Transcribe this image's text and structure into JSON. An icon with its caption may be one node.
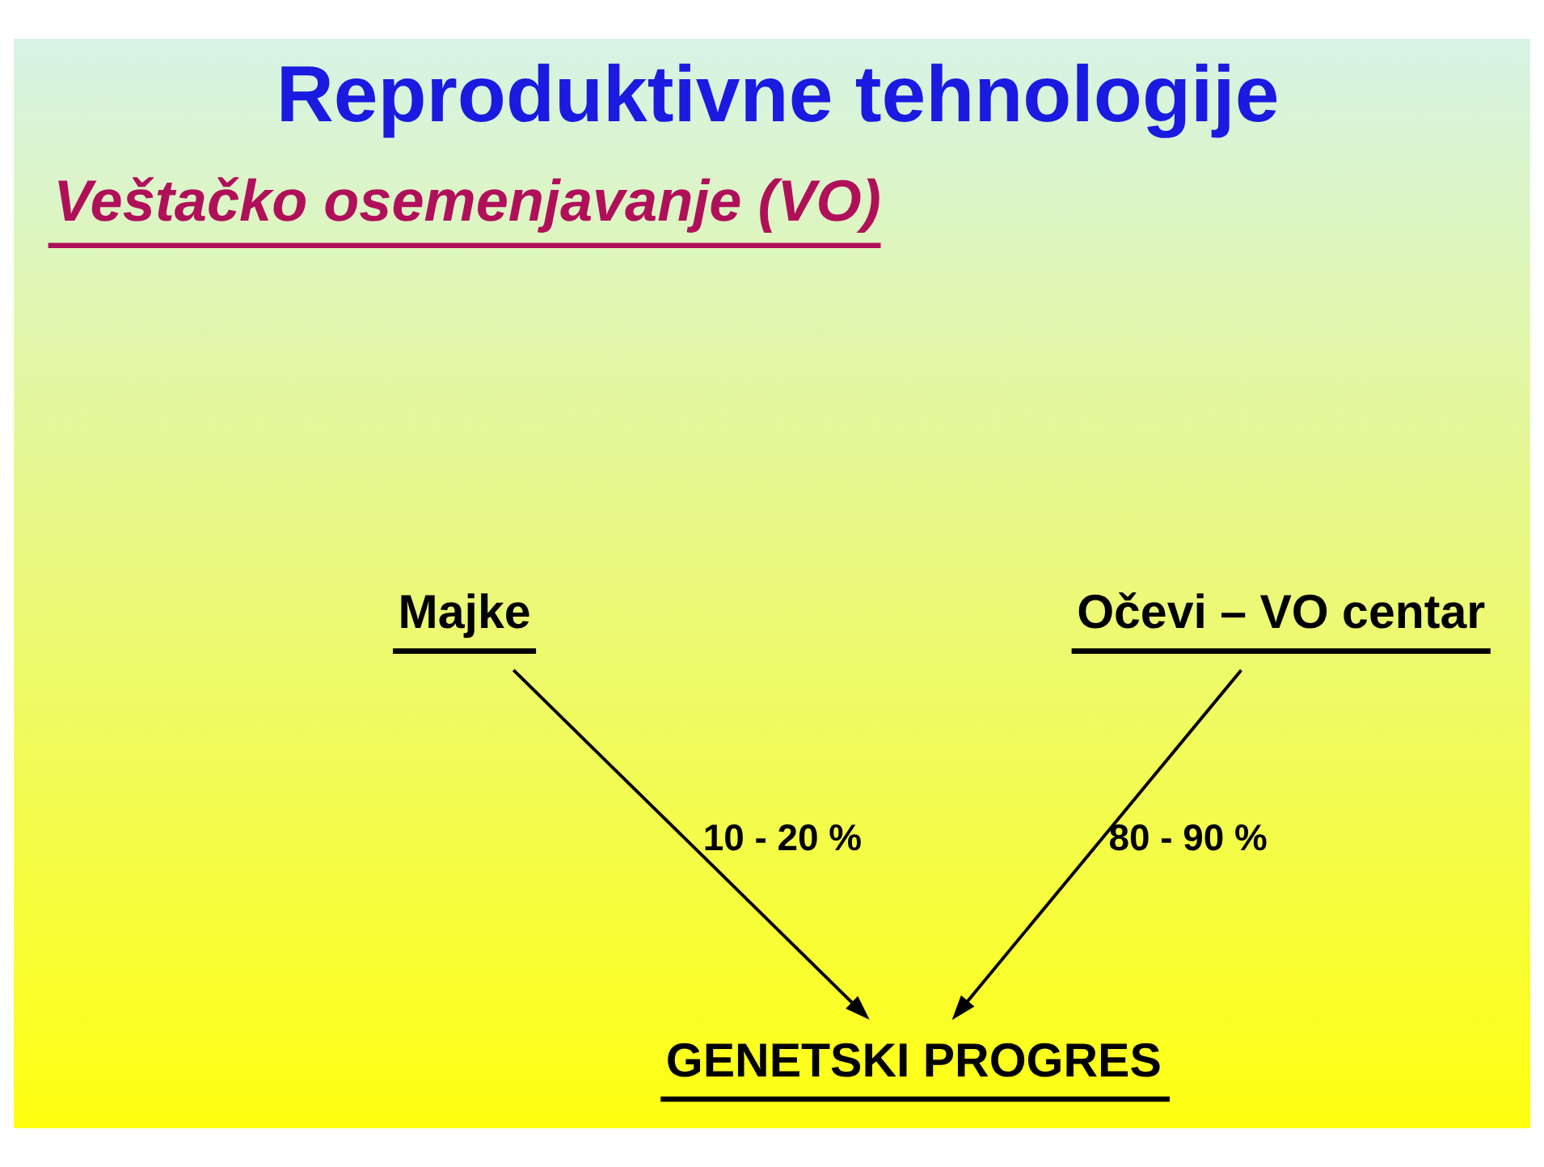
{
  "diagram": {
    "title": "Reproduktivne tehnologije",
    "nodes": [
      {
        "text": [
          "Majke"
        ]
      },
      {
        "text": [
          "Očevi – VO centar"
        ]
      },
      {
        "text": [
          "GENETSKI PROGRES"
        ]
      }
    ],
    "edges": [
      {
        "from": 0,
        "to": 2,
        "arrow": "to",
        "label": "10 - 20 %"
      },
      {
        "from": 1,
        "to": 2,
        "arrow": "to",
        "label": "80 - 90 %"
      }
    ],
    "labels": [
      "Veštačko osemenjavanje (VO)"
    ]
  }
}
